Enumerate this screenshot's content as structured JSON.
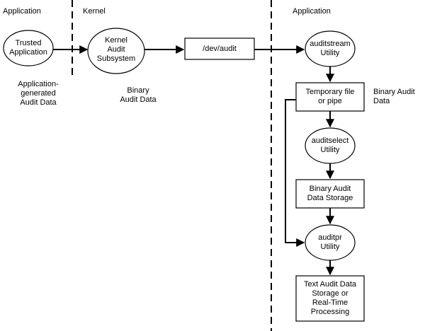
{
  "zones": {
    "application_left": "Application",
    "kernel": "Kernel",
    "application_right": "Application"
  },
  "nodes": {
    "trusted_application": "Trusted\nApplication",
    "kernel_audit_subsystem": "Kernel\nAudit\nSubsystem",
    "dev_audit": "/dev/audit",
    "auditstream_utility": "auditstream\nUtility",
    "temporary_file_or_pipe": "Temporary file\nor pipe",
    "auditselect_utility": "auditselect\nUtility",
    "binary_audit_data_storage": "Binary Audit\nData Storage",
    "auditpr_utility": "auditpr\nUtility",
    "text_audit_data_storage": "Text Audit Data\nStorage or\nReal-Time\nProcessing"
  },
  "annotations": {
    "application_generated": "Application-\ngenerated\nAudit Data",
    "binary_audit_data_kernel": "Binary\nAudit Data",
    "binary_audit_data_right": "Binary Audit\nData"
  },
  "colors": {
    "stroke": "#000000",
    "fill": "#ffffff"
  }
}
